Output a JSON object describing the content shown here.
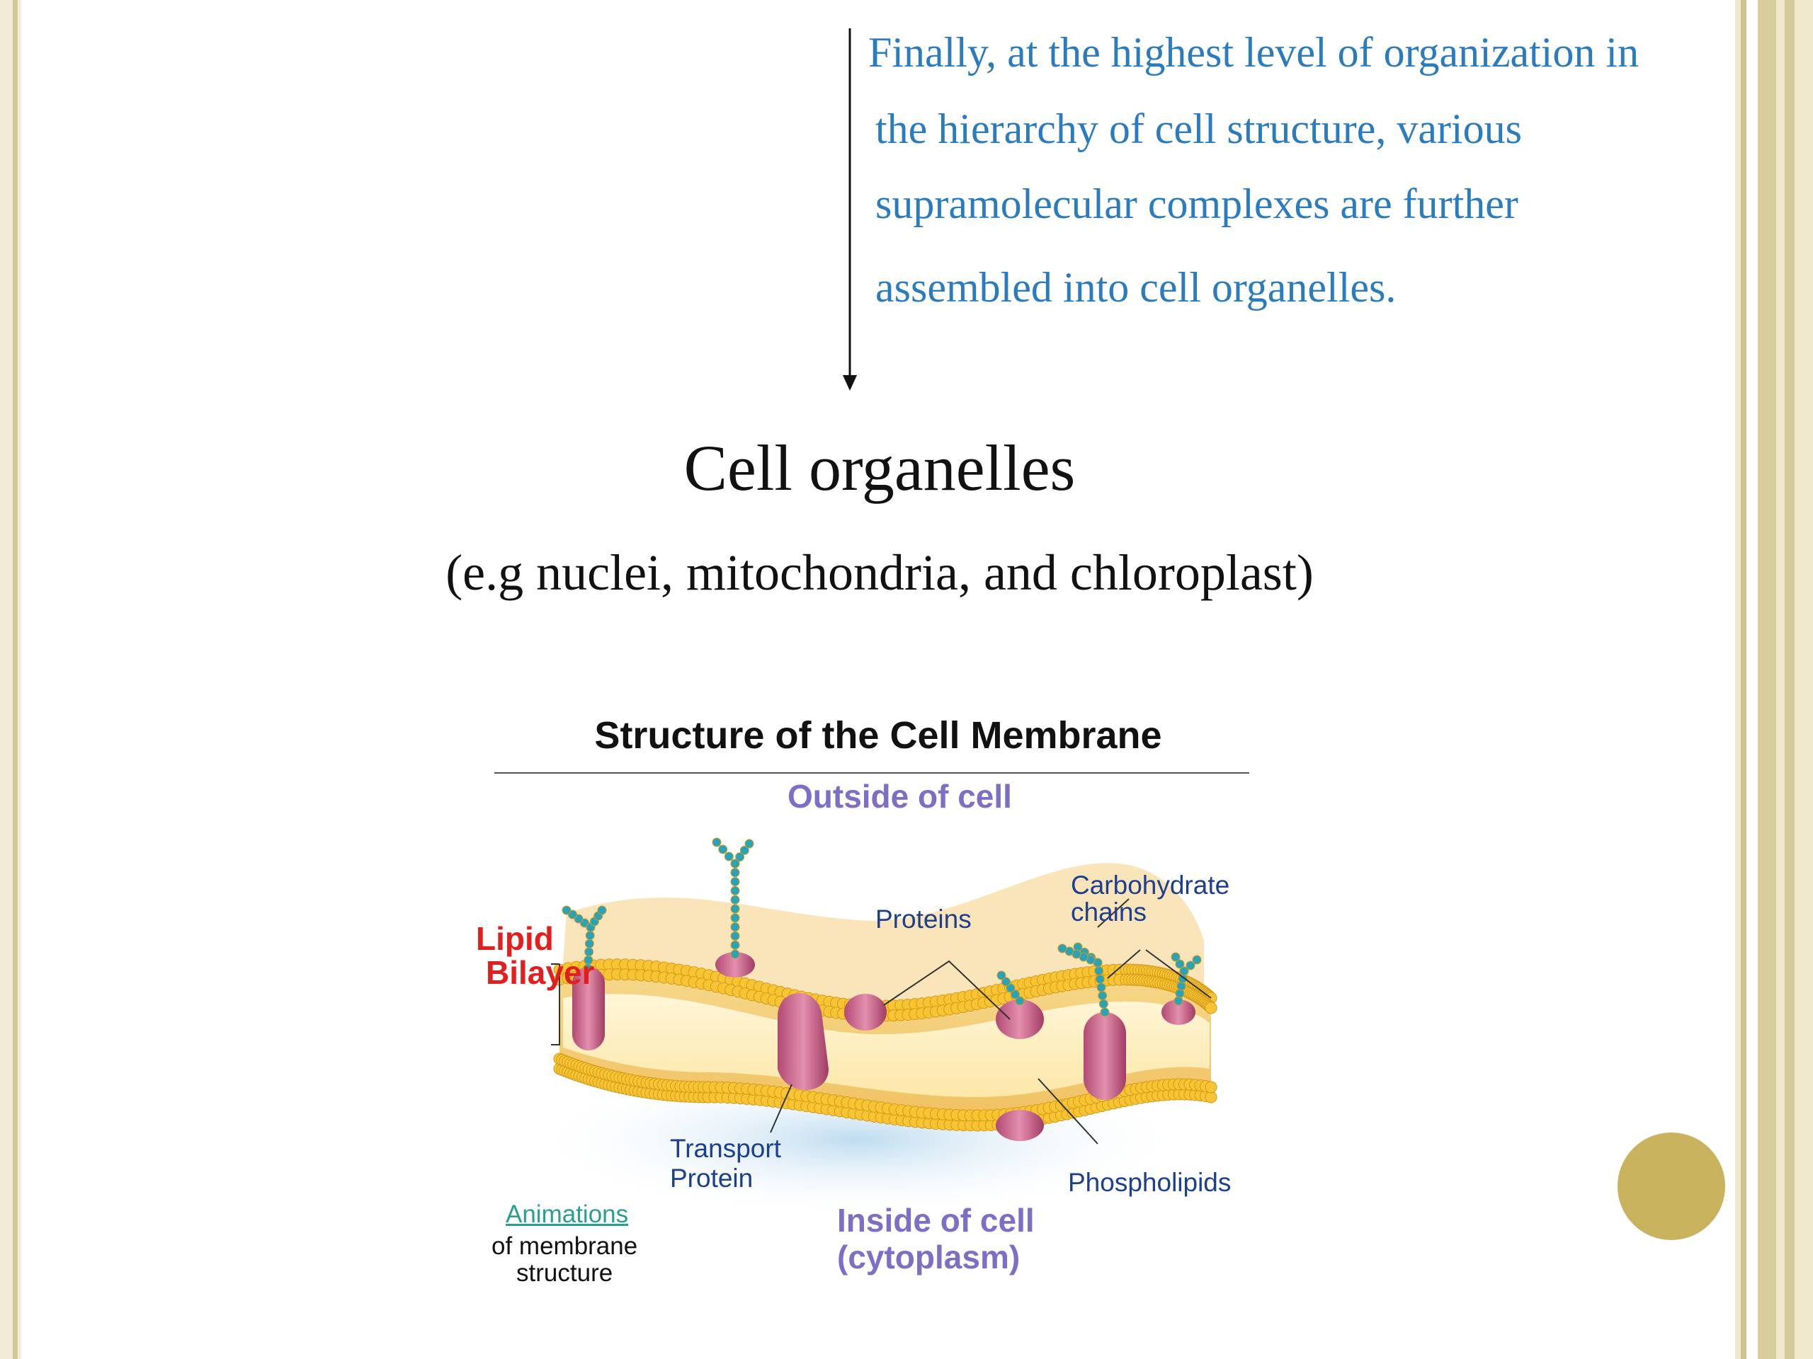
{
  "intro": {
    "lines": [
      "Finally, at the highest level of organization in",
      "the hierarchy of cell structure, various",
      "supramolecular complexes are further",
      "assembled into cell organelles."
    ]
  },
  "heading": {
    "title": "Cell organelles",
    "subtitle": "(e.g nuclei, mitochondria, and chloroplast)"
  },
  "figure": {
    "title": "Structure of the Cell Membrane",
    "outside": "Outside of cell",
    "lipid_line1": "Lipid",
    "lipid_line2": "Bilayer",
    "proteins": "Proteins",
    "carbo_line1": "Carbohydrate",
    "carbo_line2": "chains",
    "transport_line1": "Transport",
    "transport_line2": "Protein",
    "phospholipids": "Phospholipids",
    "inside_line1": "Inside of cell",
    "inside_line2": "(cytoplasm)",
    "anim_link": "Animations",
    "anim_line1": "of membrane",
    "anim_line2": "structure"
  },
  "colors": {
    "intro_text": "#2b7bbf",
    "frame": "#d4c896",
    "dot": "#c9b35f",
    "outside_inside": "#7b6fc6",
    "lipid_label": "#e0201f",
    "callout": "#1c3f8f"
  }
}
